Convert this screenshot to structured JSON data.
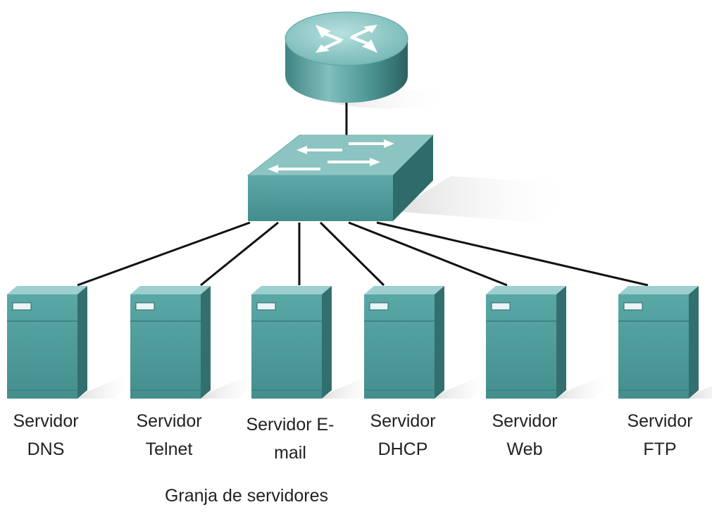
{
  "diagram": {
    "caption": "Granja de servidores",
    "colors": {
      "device_top": "#9dcfcf",
      "device_front": "#4e9e9d",
      "device_side": "#346e6e",
      "cable": "#111111"
    },
    "router": {
      "icon": "router-icon"
    },
    "switch": {
      "icon": "switch-icon"
    },
    "servers": [
      {
        "line1": "Servidor",
        "line2": "DNS"
      },
      {
        "line1": "Servidor",
        "line2": "Telnet"
      },
      {
        "line1": "Servidor E-",
        "line2": "mail"
      },
      {
        "line1": "Servidor",
        "line2": "DHCP"
      },
      {
        "line1": "Servidor",
        "line2": "Web"
      },
      {
        "line1": "Servidor",
        "line2": "FTP"
      }
    ]
  }
}
